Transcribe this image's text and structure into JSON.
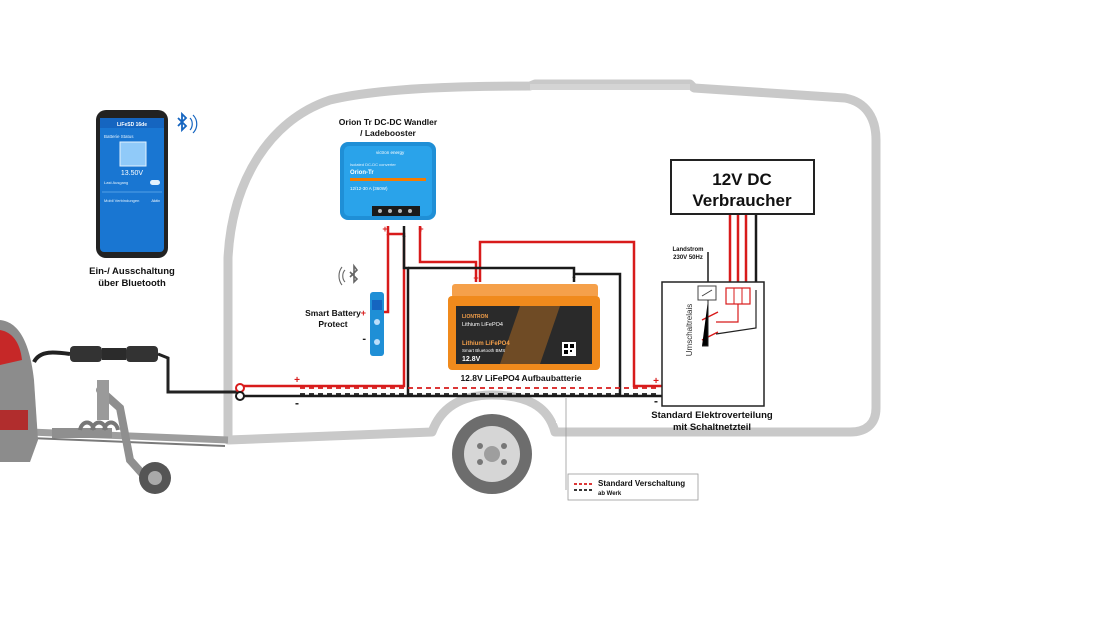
{
  "phone": {
    "screen_title": "LiFeSD 16de",
    "status_label": "Batterie Status",
    "voltage": "13.50V",
    "toggle_label": "Last Ausgang",
    "row_label": "Mobil Verbindungen",
    "row_value": "Aktiv"
  },
  "labels": {
    "bluetooth_switch": [
      "Ein-/ Ausschaltung",
      "über Bluetooth"
    ],
    "orion": [
      "Orion Tr DC-DC Wandler",
      "/ Ladebooster"
    ],
    "smart_battery_protect": [
      "Smart Battery",
      "Protect"
    ],
    "battery_caption": "12.8V LiFePO4  Aufbaubatterie",
    "consumer": [
      "12V DC",
      "Verbraucher"
    ],
    "landstrom": [
      "Landstrom",
      "230V 50Hz"
    ],
    "relay": "Umschaltrelais",
    "distribution": [
      "Standard Elektroverteilung",
      "mit Schaltnetzteil"
    ],
    "legend_line1": "Standard Verschaltung",
    "legend_line2": "ab Werk"
  },
  "orion_device": {
    "brand": "victron energy",
    "model_small": "Isolated DC-DC converter",
    "model": "Orion-Tr",
    "spec": "12/12-30 A (360W)"
  },
  "battery_device": {
    "brand": "LIONTRON",
    "line1": "Lithium LiFePO4",
    "line2": "Lithium LiFePO4",
    "line3": "Smart Bluetooth BMS",
    "voltage": "12.8V"
  },
  "polarity": {
    "plus": "+",
    "minus": "-"
  },
  "colors": {
    "positive_wire": "#d81b1b",
    "negative_wire": "#1a1a1a",
    "orion_blue": "#1f8fd6",
    "battery_orange": "#f08a1c",
    "bluetooth_blue": "#1565c0"
  }
}
